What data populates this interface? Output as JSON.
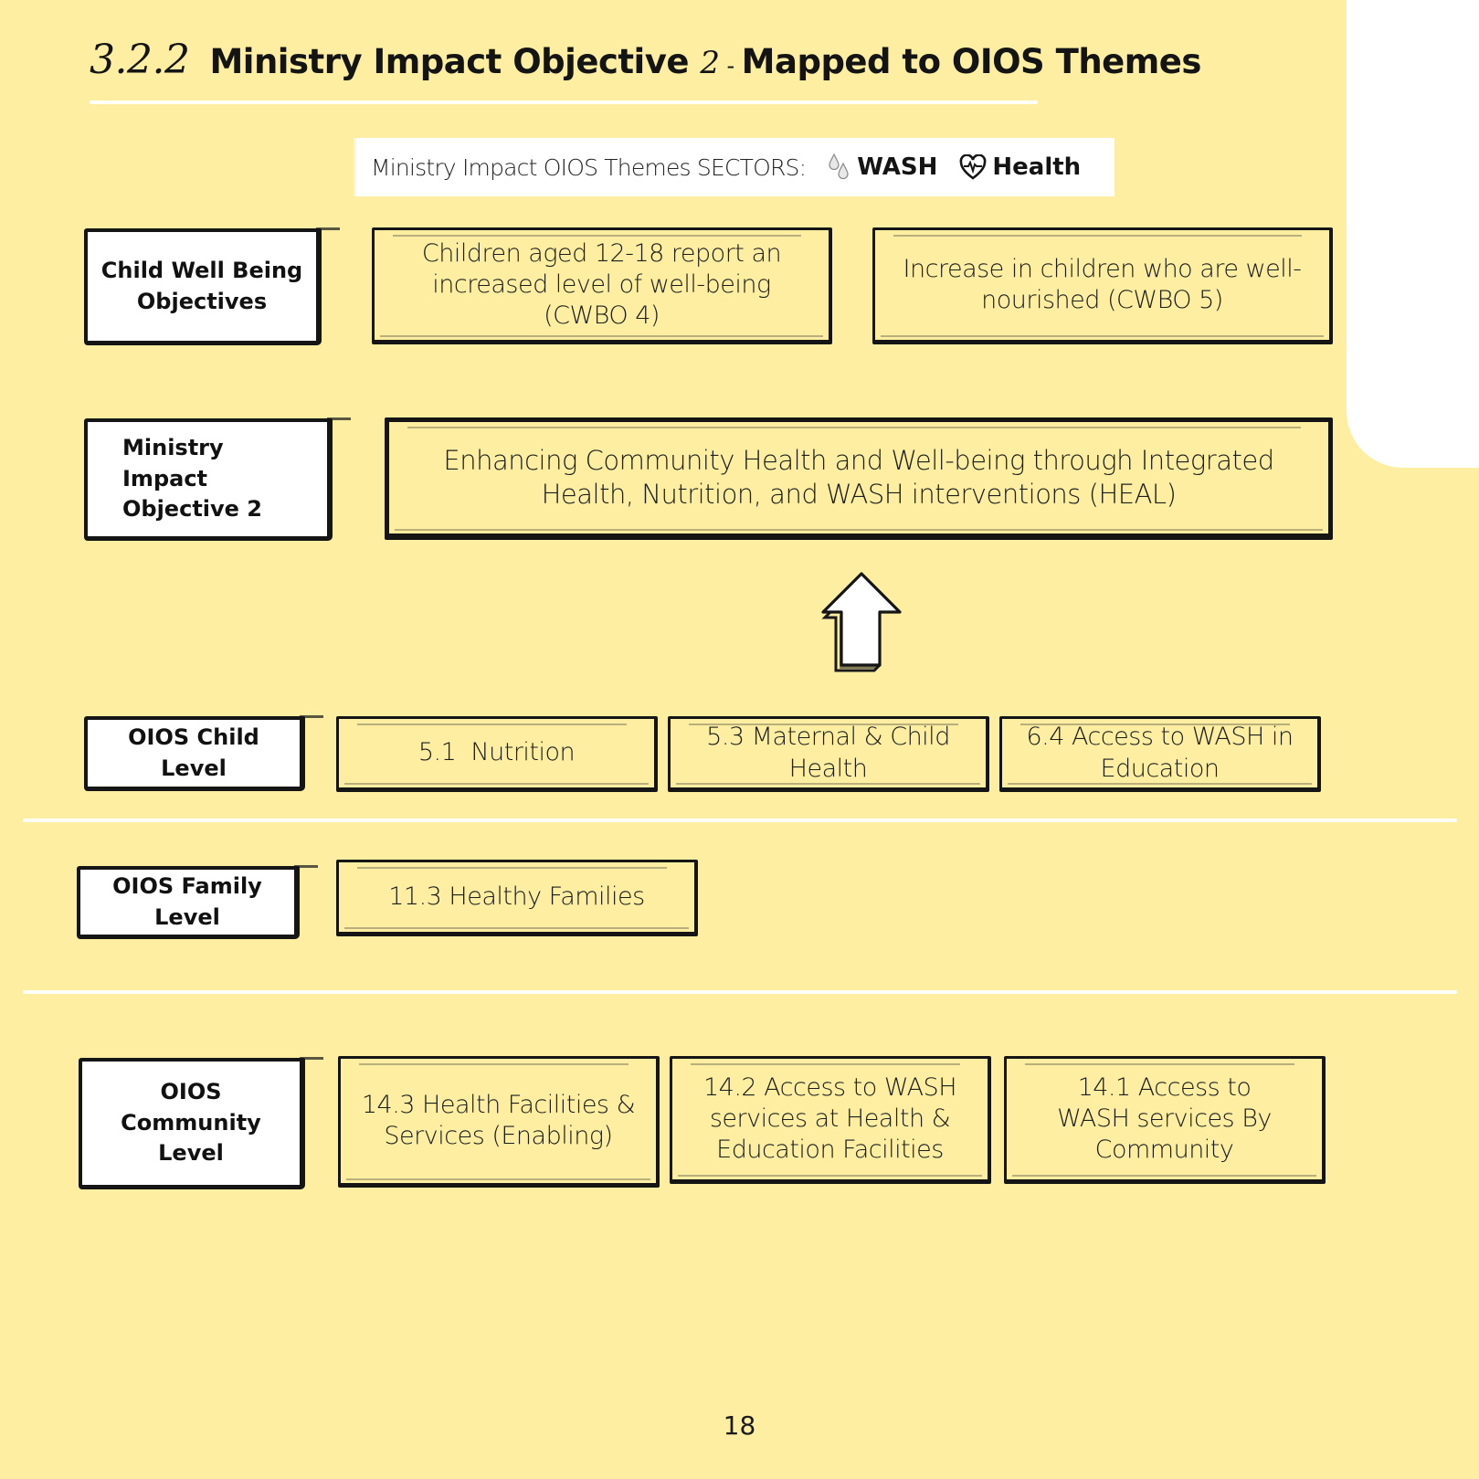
{
  "header": {
    "section_number": "3.2.2",
    "title_part1": "Ministry Impact Objective",
    "title_number": "2",
    "title_separator": "-",
    "title_part2": "Mapped to OIOS Themes"
  },
  "sectors_bar": {
    "label": "Ministry Impact OIOS Themes SECTORS:",
    "items": [
      {
        "icon": "water-drops-icon",
        "label": "WASH"
      },
      {
        "icon": "heart-pulse-icon",
        "label": "Health"
      }
    ]
  },
  "rows": {
    "child_well_being": {
      "label": "Child Well Being Objectives",
      "items": [
        "Children aged 12-18 report an increased level of well-being (CWBO 4)",
        "Increase in children who are well-nourished (CWBO 5)"
      ]
    },
    "ministry_impact": {
      "label": "Ministry Impact Objective 2",
      "items": [
        "Enhancing Community Health and Well-being through Integrated Health, Nutrition, and WASH interventions (HEAL)"
      ]
    },
    "child_level": {
      "label": "OIOS Child Level",
      "items": [
        "5.1  Nutrition",
        "5.3 Maternal & Child Health",
        "6.4 Access to WASH in Education"
      ]
    },
    "family_level": {
      "label": "OIOS Family Level",
      "items": [
        "11.3 Healthy Families"
      ]
    },
    "community_level": {
      "label": "OIOS Community Level",
      "items": [
        "14.3 Health Facilities & Services (Enabling)",
        "14.2 Access to WASH services at Health & Education Facilities",
        "14.1 Access to WASH services By Community"
      ]
    }
  },
  "arrow": {
    "icon": "up-arrow-icon",
    "direction": "up"
  },
  "footer": {
    "page_number": "18"
  },
  "colors": {
    "page_background": "#fdeea2",
    "box_border": "#151515",
    "label_fill": "#ffffff"
  }
}
